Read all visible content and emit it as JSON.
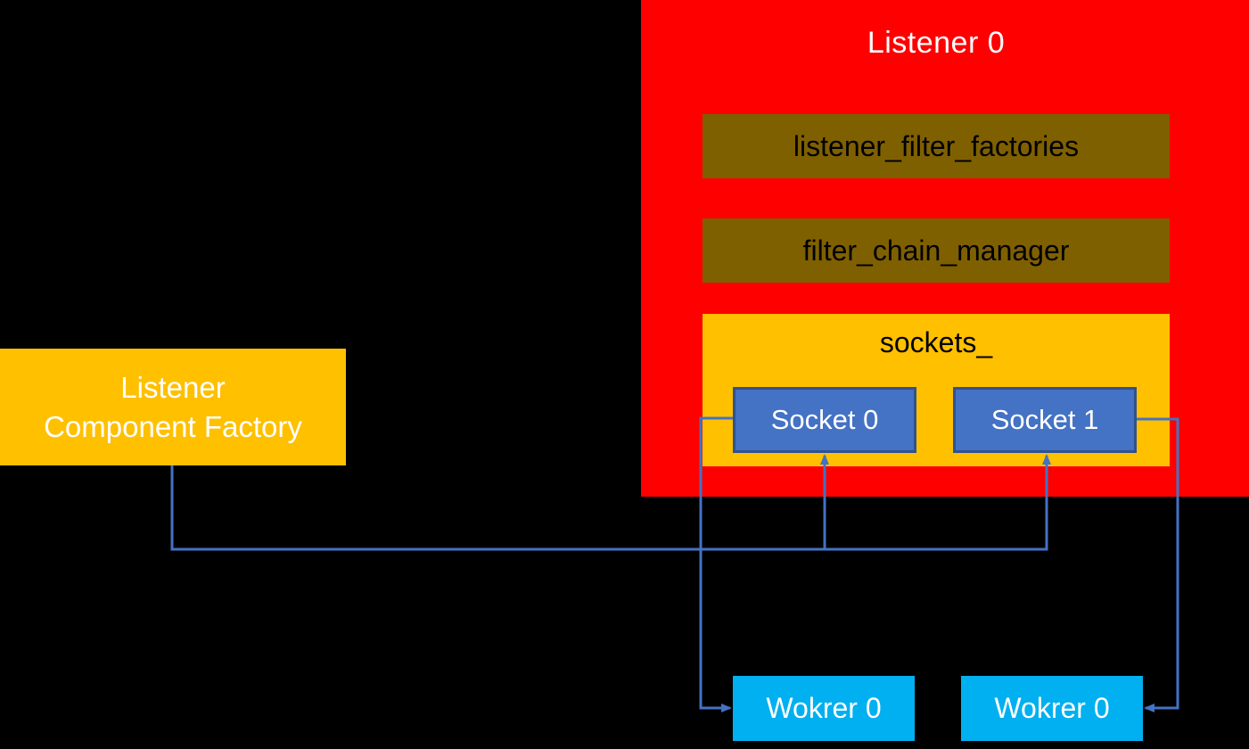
{
  "colors": {
    "background": "#000000",
    "listener_fill": "#FF0000",
    "member_fill": "#7F6000",
    "member_text": "#000000",
    "container_fill": "#FFC000",
    "factory_fill": "#FFC000",
    "socket_fill": "#4472C4",
    "socket_border": "#2F528F",
    "worker_fill": "#00B0F0",
    "connector": "#4472C4",
    "light_text": "#FFFFFF"
  },
  "listener": {
    "title": "Listener 0",
    "members": [
      {
        "label": "listener_filter_factories"
      },
      {
        "label": "filter_chain_manager"
      }
    ],
    "sockets_container": {
      "label": "sockets_",
      "sockets": [
        {
          "label": "Socket 0"
        },
        {
          "label": "Socket 1"
        }
      ]
    }
  },
  "factory": {
    "label_line1": "Listener",
    "label_line2": "Component Factory"
  },
  "workers": [
    {
      "label": "Wokrer 0"
    },
    {
      "label": "Wokrer 0"
    }
  ]
}
